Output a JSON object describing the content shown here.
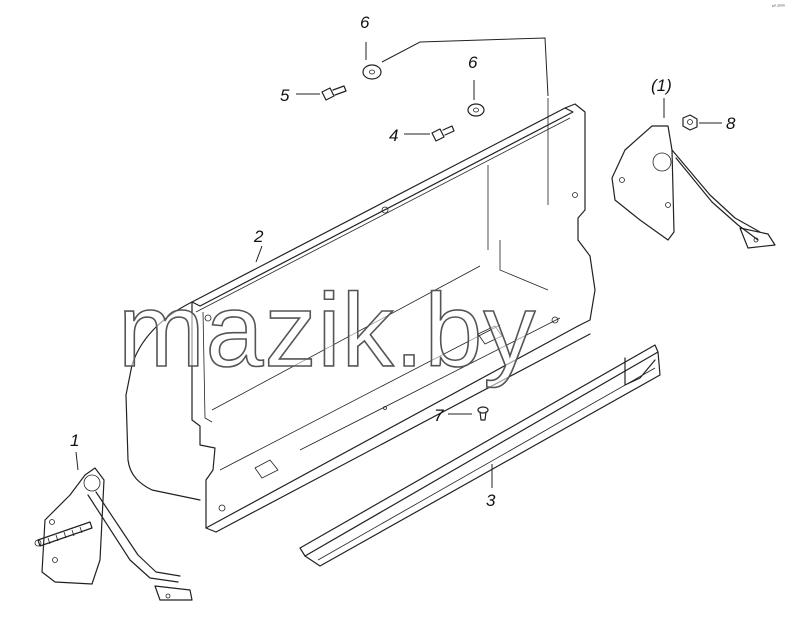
{
  "drawing": {
    "corner_mark": "ᵉ⁰ ²⁰⁰⁰",
    "watermark": "mazik.by"
  },
  "callouts": [
    {
      "id": "c1",
      "label": "1"
    },
    {
      "id": "c1b",
      "label": "(1)"
    },
    {
      "id": "c2",
      "label": "2"
    },
    {
      "id": "c3",
      "label": "3"
    },
    {
      "id": "c4",
      "label": "4"
    },
    {
      "id": "c5",
      "label": "5"
    },
    {
      "id": "c6a",
      "label": "6"
    },
    {
      "id": "c6b",
      "label": "6"
    },
    {
      "id": "c7",
      "label": "7"
    },
    {
      "id": "c8",
      "label": "8"
    }
  ]
}
